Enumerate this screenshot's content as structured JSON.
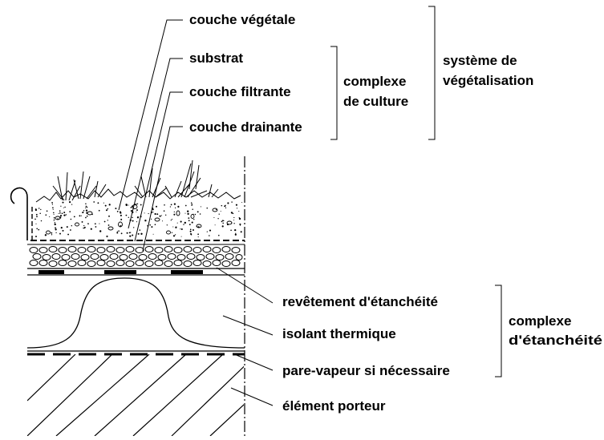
{
  "labels": {
    "couche_vegetale": "couche végétale",
    "substrat": "substrat",
    "couche_filtrante": "couche filtrante",
    "couche_drainante": "couche drainante",
    "complexe_culture_1": "complexe",
    "complexe_culture_2": "de culture",
    "systeme_1": "système de",
    "systeme_2": "végétalisation",
    "revetement": "revêtement d'étanchéité",
    "isolant": "isolant thermique",
    "pare_vapeur": "pare-vapeur si nécessaire",
    "element_porteur": "élément porteur",
    "complexe_etancheite_1": "complexe",
    "complexe_etancheite_2": "d'étanchéité"
  }
}
